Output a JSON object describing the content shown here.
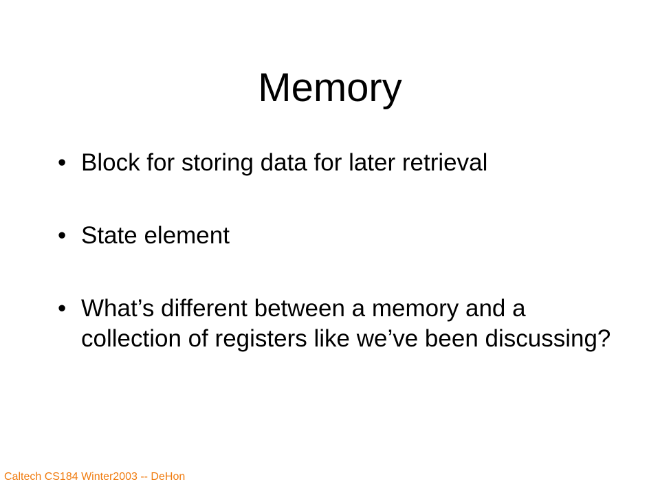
{
  "slide": {
    "title": "Memory",
    "bullet_marker": "•",
    "bullets": [
      "Block for storing data for later retrieval",
      "State element",
      "What’s different between a memory and a collection of registers like we’ve been discussing?"
    ],
    "footer": "Caltech CS184 Winter2003 -- DeHon"
  },
  "colors": {
    "footer": "#f07b0e",
    "text": "#000000",
    "background": "#ffffff"
  }
}
